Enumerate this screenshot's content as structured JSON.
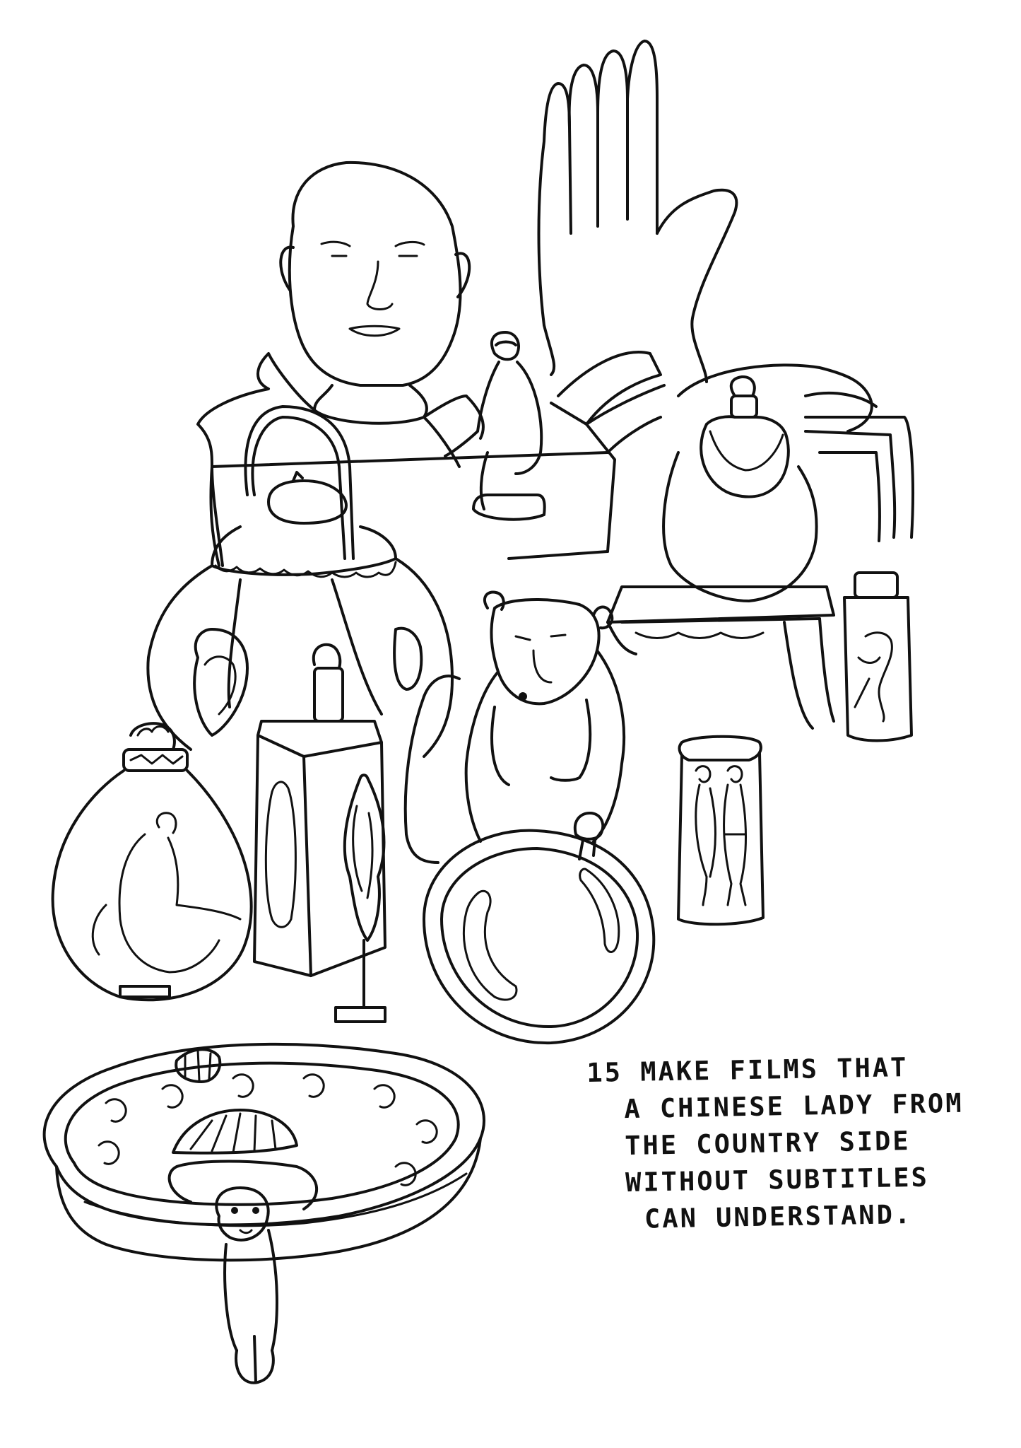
{
  "caption": {
    "lines": [
      "15 MAKE FILMS THAT",
      "A CHINESE LADY FROM",
      "THE COUNTRY SIDE",
      "WITHOUT SUBTITLES",
      "CAN UNDERSTAND."
    ]
  },
  "colors": {
    "ink": "#111111",
    "paper": "#ffffff"
  },
  "objects": [
    "bald-head-figure",
    "raised-hand",
    "small-seated-figurine",
    "stacked-boxes",
    "teapot-with-handle",
    "round-vase-on-stand",
    "low-side-table",
    "small-lidded-jar",
    "seated-bear-figure",
    "snuff-bottle-with-figure",
    "square-bottle",
    "flame-shaped-ornament",
    "round-mirror",
    "cylindrical-jar-with-figures",
    "decorated-oval-plate",
    "small-monkey-figure-with-umbrella"
  ]
}
